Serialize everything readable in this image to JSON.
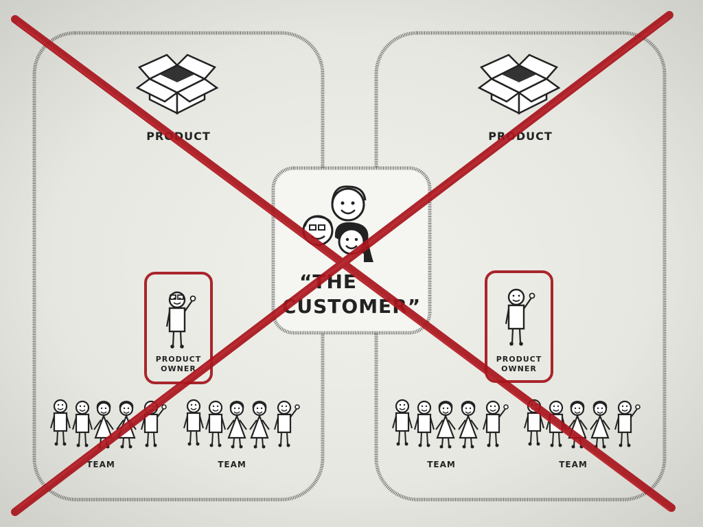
{
  "diagram": {
    "left_panel": {
      "product_label": "PRODUCT",
      "product_owner_label": [
        "PRODUCT",
        "OWNER"
      ],
      "team_labels": [
        "TEAM",
        "TEAM"
      ]
    },
    "right_panel": {
      "product_label": "PRODUCT",
      "product_owner_label": [
        "PRODUCT",
        "OWNER"
      ],
      "team_labels": [
        "TEAM",
        "TEAM"
      ]
    },
    "customer": {
      "label_line1": "“THE",
      "label_line2": "CUSTOMER”"
    },
    "colors": {
      "ink": "#222222",
      "panel_border": "#5a5a5a",
      "owner_box": "#a8262b",
      "cross": "#a8141c"
    },
    "icons": [
      "box-icon",
      "stick-figure-icon",
      "smiley-face-icon",
      "cross-out-mark"
    ]
  }
}
